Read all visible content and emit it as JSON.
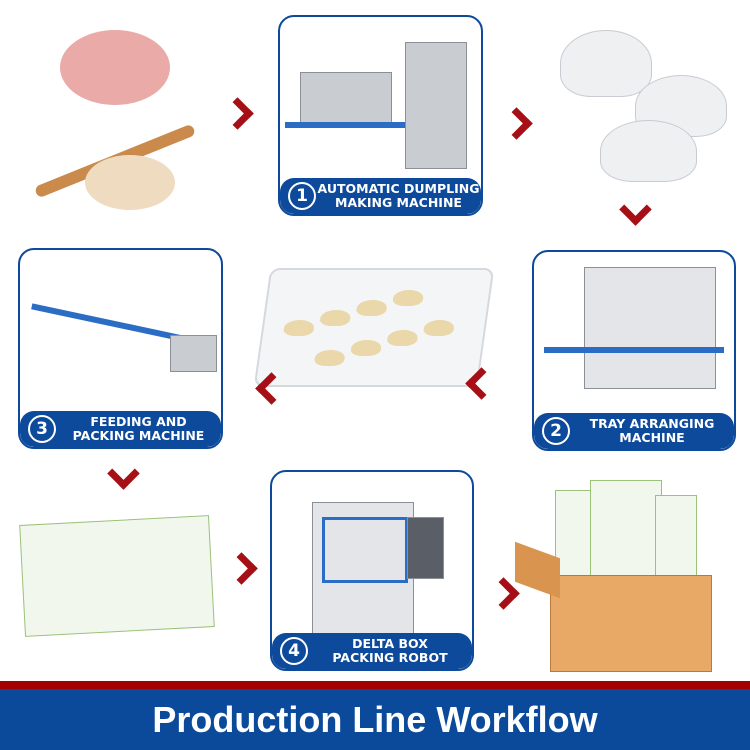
{
  "steps": [
    {
      "number": "1",
      "line1": "AUTOMATIC DUMPLING",
      "line2": "MAKING MACHINE"
    },
    {
      "number": "2",
      "line1": "TRAY ARRANGING",
      "line2": "MACHINE"
    },
    {
      "number": "3",
      "line1": "FEEDING AND",
      "line2": "PACKING MACHINE"
    },
    {
      "number": "4",
      "line1": "DELTA BOX",
      "line2": "PACKING ROBOT"
    }
  ],
  "footer": {
    "title": "Production Line Workflow"
  },
  "colors": {
    "blue": "#0d4a9c",
    "red": "#a50f15"
  }
}
